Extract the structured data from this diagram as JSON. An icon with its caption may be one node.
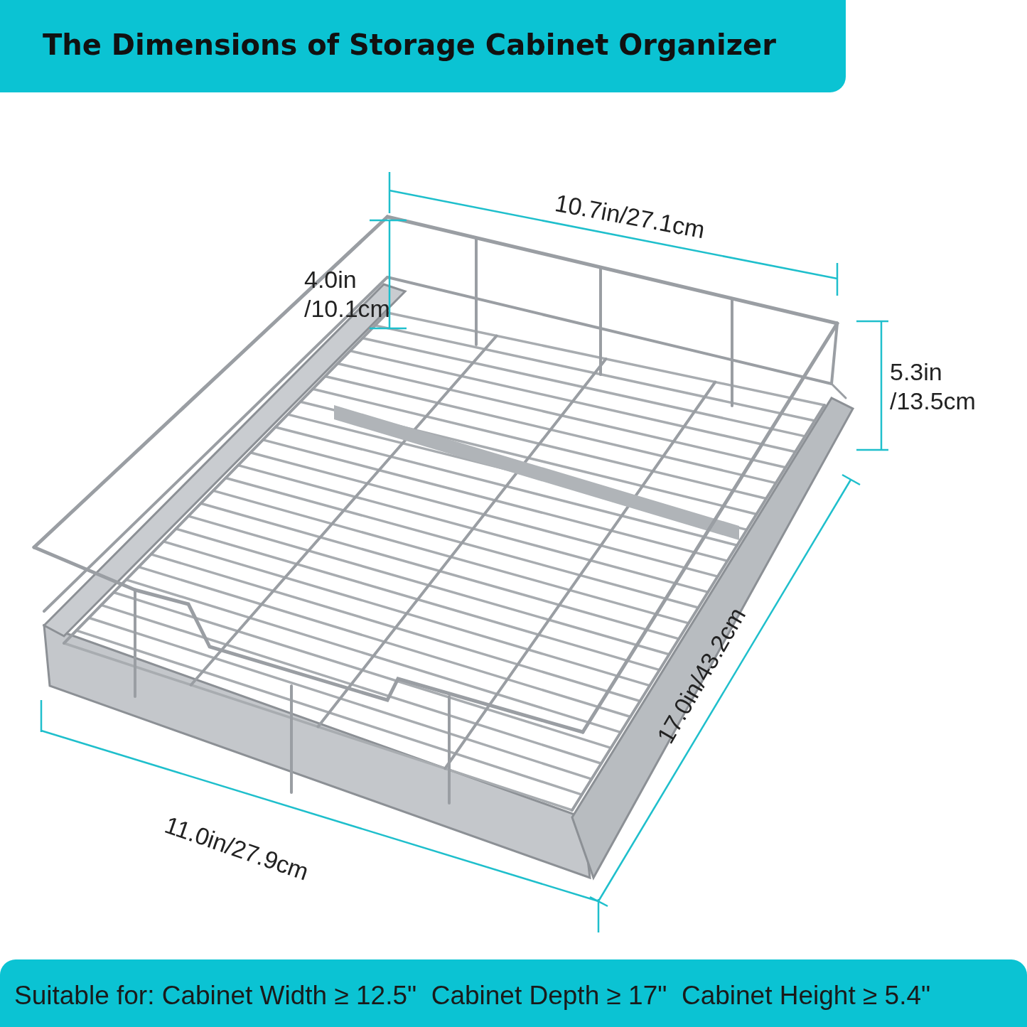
{
  "diagram": {
    "title": "The Dimensions of Storage Cabinet Organizer",
    "caption": "Suitable for: Cabinet Width ≥ 12.5\"  Cabinet Depth ≥ 17\"  Cabinet Height ≥ 5.4\"",
    "labels": [
      "10.7in/27.1cm",
      "4.0in /10.1cm",
      "5.3in /13.5cm",
      "17.0in/43.2cm",
      "11.0in/27.9cm"
    ]
  }
}
